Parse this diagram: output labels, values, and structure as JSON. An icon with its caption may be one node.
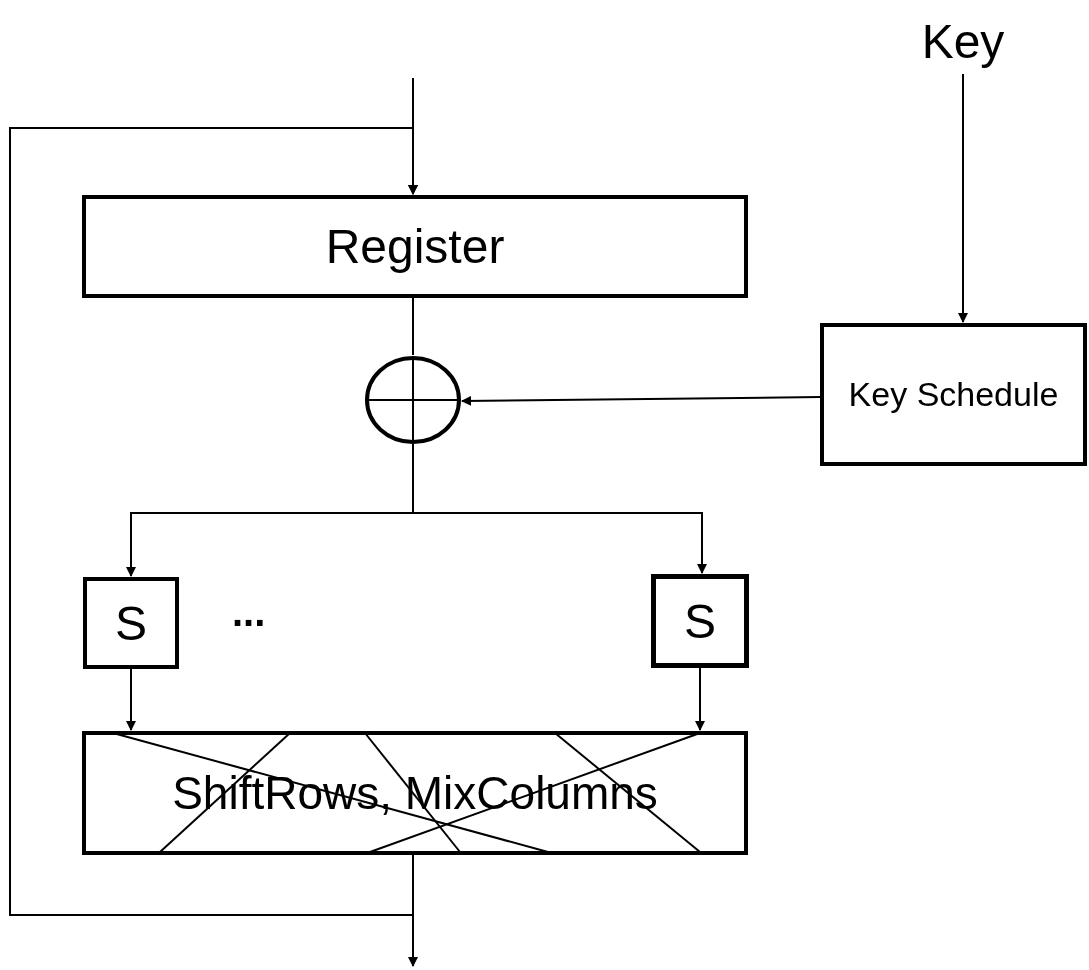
{
  "diagram": {
    "nodes": [
      {
        "text": [
          "Key"
        ]
      },
      {
        "text": [
          "Register"
        ]
      },
      {
        "text": [
          "Key Schedule"
        ]
      },
      {
        "text": [],
        "shape": "circle"
      },
      {
        "text": [
          "S"
        ]
      },
      {
        "text": [
          "S"
        ]
      },
      {
        "text": [
          "ShiftRows, MixColumns"
        ]
      }
    ],
    "edges": [
      {
        "from": null,
        "to": 1,
        "arrow": "to"
      },
      {
        "from": 6,
        "to": 1,
        "arrow": "to"
      },
      {
        "from": 6,
        "to": null,
        "arrow": "to"
      },
      {
        "from": 0,
        "to": 2,
        "arrow": "to"
      },
      {
        "from": 1,
        "to": 3,
        "arrow": "none"
      },
      {
        "from": 2,
        "to": 3,
        "arrow": "to"
      },
      {
        "from": 3,
        "to": 4,
        "arrow": "to"
      },
      {
        "from": 3,
        "to": 5,
        "arrow": "to"
      },
      {
        "from": 4,
        "to": 6,
        "arrow": "to"
      },
      {
        "from": 5,
        "to": 6,
        "arrow": "to"
      }
    ],
    "labels": [
      "..."
    ]
  }
}
